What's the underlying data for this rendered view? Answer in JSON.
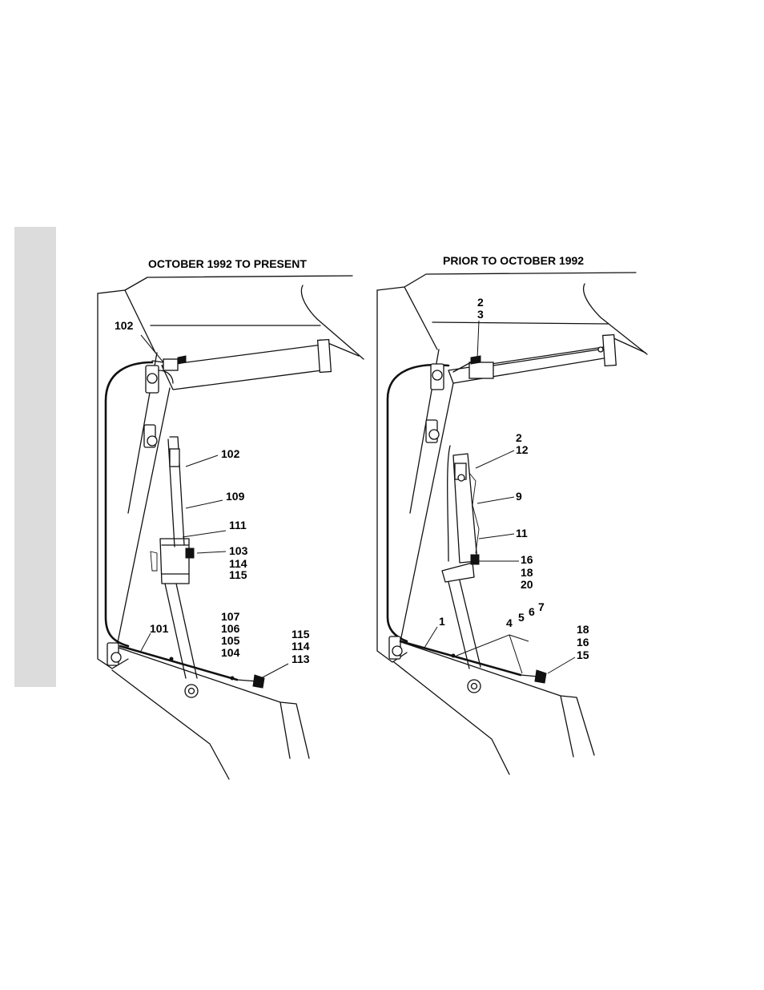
{
  "colors": {
    "background": "#ffffff",
    "side_tab": "#dcdcdc",
    "ink": "#111111"
  },
  "panels": [
    {
      "title": "OCTOBER 1992 TO PRESENT",
      "callouts": [
        "102",
        "102",
        "109",
        "111",
        "103",
        "114",
        "115",
        "107",
        "106",
        "105",
        "104",
        "101",
        "115",
        "114",
        "113"
      ]
    },
    {
      "title": "PRIOR TO OCTOBER 1992",
      "callouts": [
        "2",
        "3",
        "2",
        "12",
        "9",
        "11",
        "16",
        "18",
        "20",
        "7",
        "6",
        "5",
        "4",
        "1",
        "18",
        "16",
        "15"
      ]
    }
  ]
}
